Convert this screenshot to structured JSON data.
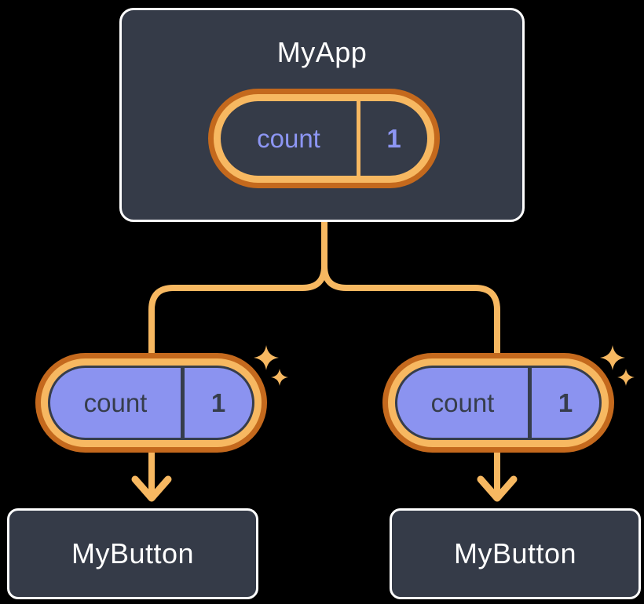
{
  "theme": {
    "background": "#000000",
    "panel": "#353B48",
    "panel-border": "#FFFFFF",
    "text-light": "#FFFFFF",
    "orange-light": "#F7B861",
    "orange-dark": "#C4691D",
    "purple": "#8B93F0",
    "purple-text": "#8D96F4",
    "dark-text": "#363D4B"
  },
  "diagram": {
    "root": {
      "label": "MyApp",
      "state": {
        "name": "count",
        "value": "1"
      }
    },
    "children": [
      {
        "label": "MyButton",
        "prop": {
          "name": "count",
          "value": "1"
        }
      },
      {
        "label": "MyButton",
        "prop": {
          "name": "count",
          "value": "1"
        }
      }
    ],
    "icons": {
      "sparkle": "sparkle-icon"
    }
  }
}
